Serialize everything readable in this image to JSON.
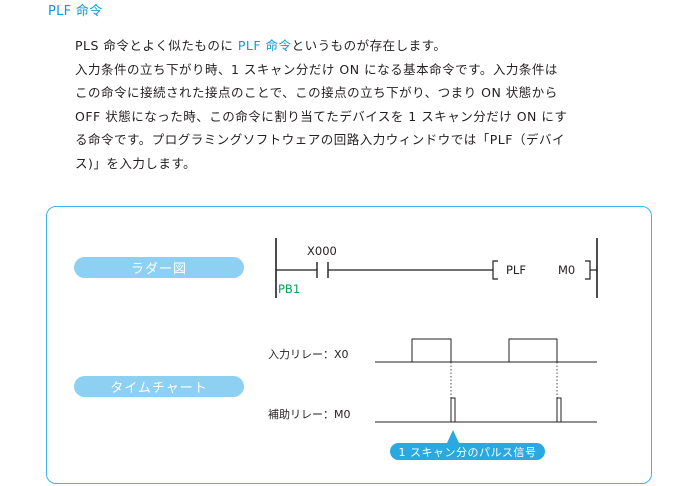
{
  "heading": "PLF 命令",
  "paragraph": {
    "line1_pre": "PLS 命令とよく似たものに ",
    "line1_hl": "PLF 命令",
    "line1_post": "というものが存在します。",
    "line2": "入力条件の立ち下がり時、1 スキャン分だけ ON になる基本命令です。入力条件は",
    "line3": "この命令に接続された接点のことで、この接点の立ち下がり、つまり ON 状態から",
    "line4": "OFF 状態になった時、この命令に割り当てたデバイスを 1 スキャン分だけ ON にす",
    "line5": "る命令です。プログラミングソフトウェアの回路入力ウィンドウでは「PLF（デバイ",
    "line6": "ス)」を入力します。"
  },
  "diagram": {
    "ladder_label": "ラダー図",
    "timechart_label": "タイムチャート",
    "contact_device": "X000",
    "contact_comment": "PB1",
    "instruction": "PLF",
    "instruction_device": "M0",
    "input_relay_label": "入力リレー：X0",
    "aux_relay_label": "補助リレー：M0",
    "callout": "1 スキャン分のパルス信号",
    "colors": {
      "accent": "#0a9ad6",
      "pill": "#8dd0f1",
      "callout": "#2aa8e0",
      "comment_green": "#00a651"
    }
  }
}
